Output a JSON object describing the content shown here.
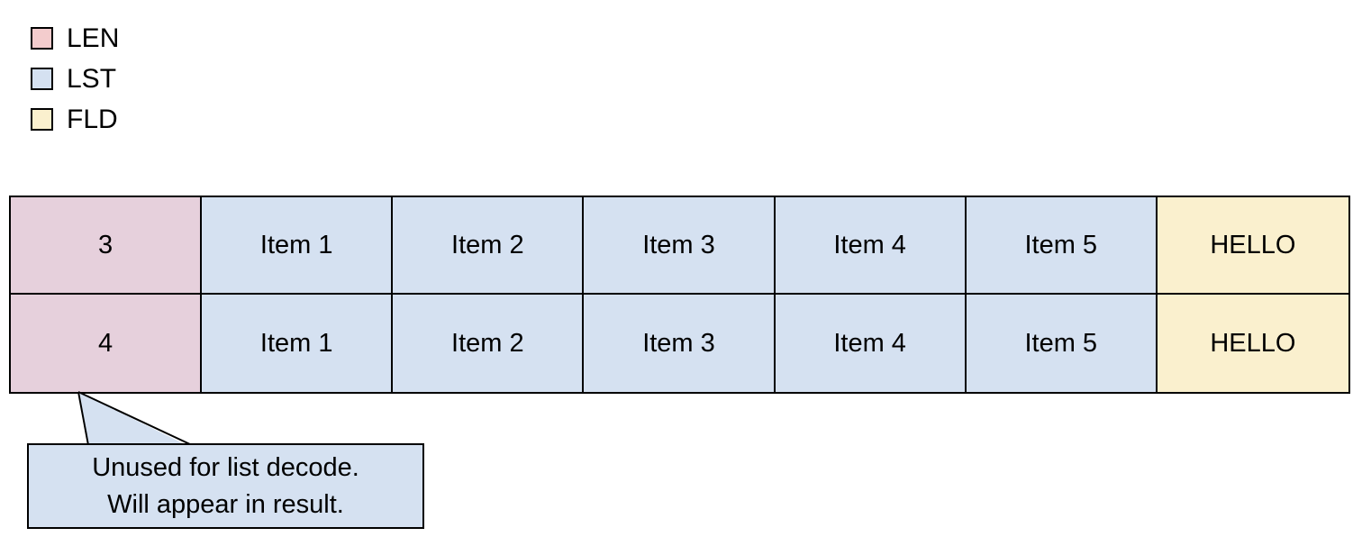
{
  "legend": {
    "items": [
      {
        "id": "len",
        "label": "LEN",
        "color": "#f3cccd"
      },
      {
        "id": "lst",
        "label": "LST",
        "color": "#d5e1f1"
      },
      {
        "id": "fld",
        "label": "FLD",
        "color": "#faf0ce"
      }
    ]
  },
  "table": {
    "rows": [
      {
        "cells": [
          {
            "text": "3",
            "type": "len"
          },
          {
            "text": "Item 1",
            "type": "lst"
          },
          {
            "text": "Item 2",
            "type": "lst"
          },
          {
            "text": "Item 3",
            "type": "lst"
          },
          {
            "text": "Item 4",
            "type": "lst"
          },
          {
            "text": "Item 5",
            "type": "lst"
          },
          {
            "text": "HELLO",
            "type": "fld"
          }
        ]
      },
      {
        "cells": [
          {
            "text": "4",
            "type": "len"
          },
          {
            "text": "Item 1",
            "type": "lst"
          },
          {
            "text": "Item 2",
            "type": "lst"
          },
          {
            "text": "Item 3",
            "type": "lst"
          },
          {
            "text": "Item 4",
            "type": "lst"
          },
          {
            "text": "Item 5",
            "type": "lst"
          },
          {
            "text": "HELLO",
            "type": "fld"
          }
        ]
      }
    ]
  },
  "callout": {
    "lines": [
      "Unused for list decode.",
      "Will appear in result."
    ],
    "fill": "#d5e1f1"
  },
  "colors": {
    "len_cell": "#e6d0dc",
    "lst_cell": "#d5e1f1",
    "fld_cell": "#faf0ce",
    "border": "#000000"
  }
}
